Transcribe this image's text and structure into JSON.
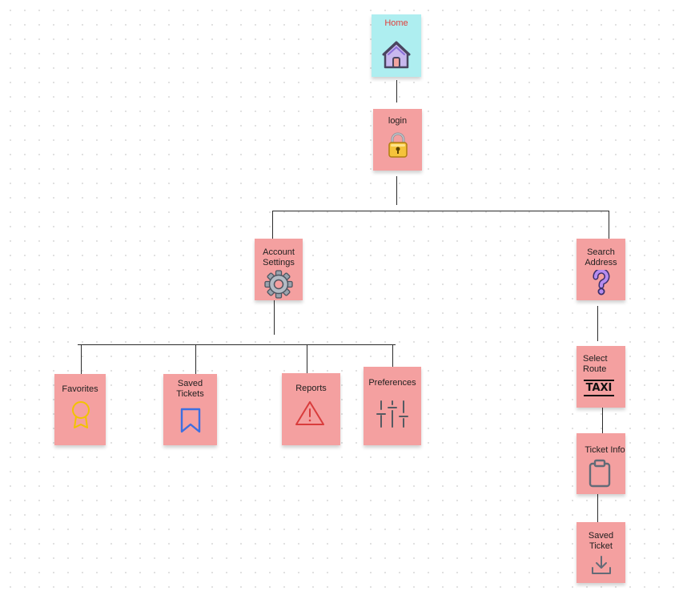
{
  "nodes": {
    "home": {
      "label": "Home",
      "icon": "house-icon"
    },
    "login": {
      "label": "login",
      "icon": "padlock-icon"
    },
    "account_settings": {
      "label": "Account Settings",
      "icon": "gear-icon"
    },
    "search_address": {
      "label": "Search Address",
      "icon": "question-mark-icon"
    },
    "favorites": {
      "label": "Favorites",
      "icon": "award-ribbon-icon"
    },
    "saved_tickets": {
      "label": "Saved Tickets",
      "icon": "bookmark-icon"
    },
    "reports": {
      "label": "Reports",
      "icon": "warning-triangle-icon"
    },
    "preferences": {
      "label": "Preferences",
      "icon": "sliders-icon"
    },
    "select_route": {
      "label": "Select Route",
      "icon": "taxi-sign-icon",
      "icon_text": "TAXI"
    },
    "ticket_info": {
      "label": "Ticket Info",
      "icon": "clipboard-icon"
    },
    "saved_ticket": {
      "label": "Saved Ticket",
      "icon": "download-icon"
    }
  },
  "colors": {
    "node_fill": "#f4a0a0",
    "home_fill": "#aeeef0",
    "home_label": "#e0403c",
    "connector": "#2b2b2b"
  }
}
